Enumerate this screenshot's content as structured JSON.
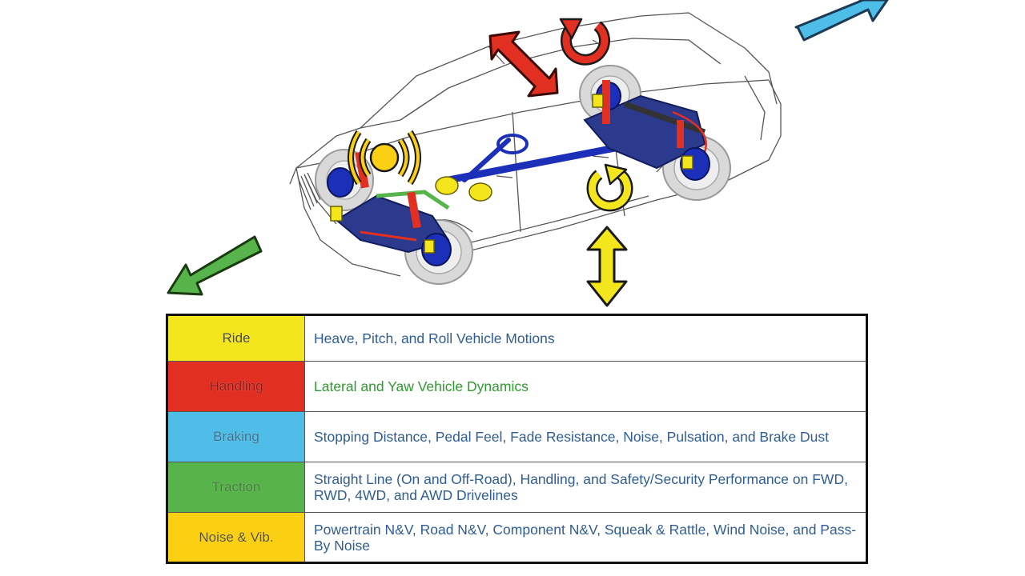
{
  "colors": {
    "ride": "#f3e61c",
    "handling": "#e12f22",
    "braking": "#4ebde8",
    "traction": "#57b44a",
    "noise": "#fbcf12",
    "desc_text": "#2f5d93",
    "handling_desc_text": "#2f9a2f",
    "suspension": "#1c2fb8",
    "car_outline": "#555555"
  },
  "icons": {
    "ride_rotation": "rotation-icon",
    "handling_rotation": "rotation-icon",
    "handling_lateral": "double-arrow-icon",
    "ride_heave": "double-arrow-icon",
    "noise_waves": "sound-wave-icon",
    "braking_direction": "arrow-icon",
    "traction_direction": "arrow-icon"
  },
  "table": {
    "rows": [
      {
        "category": "Ride",
        "description": "Heave, Pitch, and Roll Vehicle Motions",
        "color": "#f3e61c",
        "text_color": "#2f5d93",
        "cat_text_color": "#4a4a4a"
      },
      {
        "category": "Handling",
        "description": "Lateral and Yaw Vehicle Dynamics",
        "color": "#e12f22",
        "text_color": "#2f9a2f",
        "cat_text_color": "#8a1a14"
      },
      {
        "category": "Braking",
        "description": "Stopping Distance, Pedal Feel, Fade Resistance, Noise, Pulsation, and Brake Dust",
        "color": "#4ebde8",
        "text_color": "#2f5d93",
        "cat_text_color": "#3d6f8a"
      },
      {
        "category": "Traction",
        "description": "Straight Line (On and Off-Road), Handling, and Safety/Security Performance on FWD, RWD, 4WD, and AWD Drivelines",
        "color": "#57b44a",
        "text_color": "#2f5d93",
        "cat_text_color": "#3f7a36"
      },
      {
        "category": "Noise & Vib.",
        "description": "Powertrain N&V, Road N&V, Component N&V, Squeak & Rattle, Wind Noise, and Pass-By Noise",
        "color": "#fbcf12",
        "text_color": "#2f5d93",
        "cat_text_color": "#5a5430"
      }
    ]
  }
}
